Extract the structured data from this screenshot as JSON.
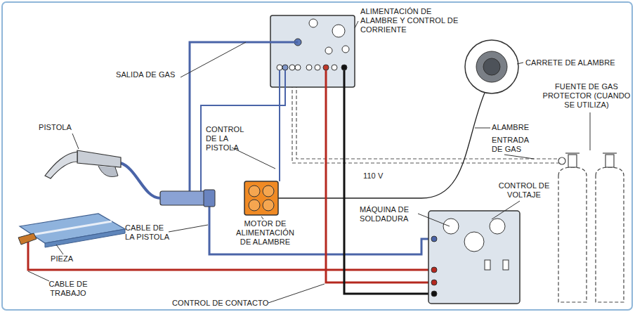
{
  "diagram": {
    "labels": [
      "ALIMENTACIÓN DE ALAMBRE Y CONTROL DE CORRIENTE",
      "CARRETE DE ALAMBRE",
      "SALIDA DE GAS",
      "FUENTE DE GAS PROTECTOR (CUANDO SE UTILIZA)",
      "PISTOLA",
      "CONTROL DE LA PISTOLA",
      "ALAMBRE",
      "ENTRADA DE GAS",
      "110 V",
      "CONTROL DE VOLTAJE",
      "MÁQUINA DE SOLDADURA",
      "MOTOR DE ALIMENTACIÓN DE ALAMBRE",
      "PIEZA",
      "CABLE DE LA PISTOLA",
      "CABLE DE TRABAJO",
      "CONTROL DE CONTACTO"
    ]
  }
}
